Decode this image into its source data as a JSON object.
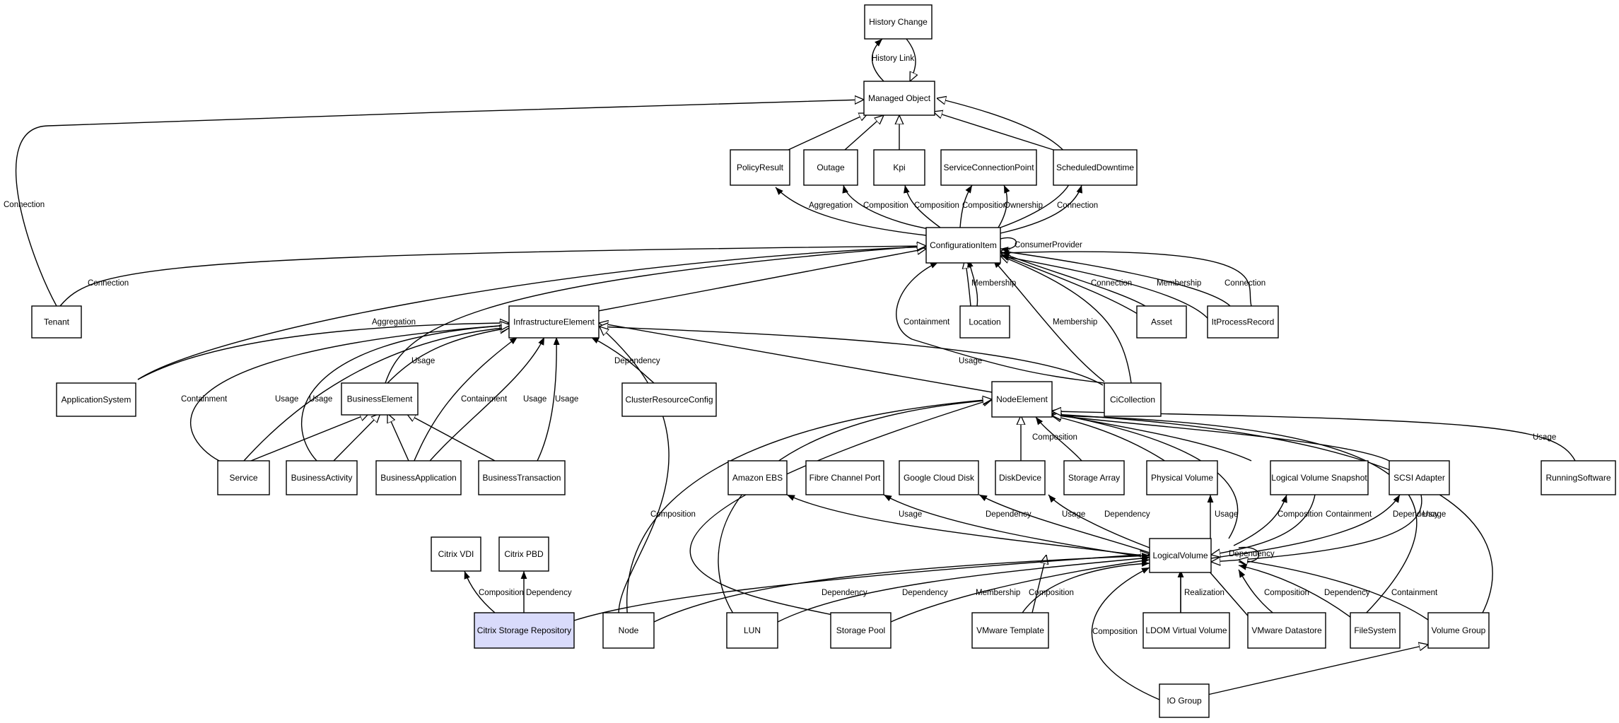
{
  "nodes": {
    "history-change": "History Change",
    "managed-object": "Managed Object",
    "policy-result": "PolicyResult",
    "outage": "Outage",
    "kpi": "Kpi",
    "service-connection-point": "ServiceConnectionPoint",
    "scheduled-downtime": "ScheduledDowntime",
    "configuration-item": "ConfigurationItem",
    "tenant": "Tenant",
    "infrastructure-element": "InfrastructureElement",
    "location": "Location",
    "asset": "Asset",
    "it-process-record": "ItProcessRecord",
    "application-system": "ApplicationSystem",
    "business-element": "BusinessElement",
    "cluster-resource-config": "ClusterResourceConfig",
    "node-element": "NodeElement",
    "ci-collection": "CiCollection",
    "service": "Service",
    "business-activity": "BusinessActivity",
    "business-application": "BusinessApplication",
    "business-transaction": "BusinessTransaction",
    "amazon-ebs": "Amazon EBS",
    "fibre-channel-port": "Fibre Channel Port",
    "google-cloud-disk": "Google Cloud Disk",
    "disk-device": "DiskDevice",
    "storage-array": "Storage Array",
    "physical-volume": "Physical Volume",
    "logical-volume-snapshot": "Logical Volume Snapshot",
    "scsi-adapter": "SCSI Adapter",
    "running-software": "RunningSoftware",
    "citrix-vdi": "Citrix VDI",
    "citrix-pbd": "Citrix PBD",
    "logical-volume": "LogicalVolume",
    "citrix-storage-repository": "Citrix Storage Repository",
    "node": "Node",
    "lun": "LUN",
    "storage-pool": "Storage Pool",
    "vmware-template": "VMware Template",
    "ldom-virtual-volume": "LDOM Virtual Volume",
    "vmware-datastore": "VMware Datastore",
    "filesystem": "FileSystem",
    "volume-group": "Volume Group",
    "io-group": "IO Group"
  },
  "highlight_node": "citrix-storage-repository",
  "colors": {
    "highlight_fill": "#d9dbfb",
    "stroke": "#000000",
    "background": "#ffffff"
  },
  "edge_labels": {
    "history-link": "History Link",
    "tenant-mo-connection": "Connection",
    "tenant-ci-connection": "Connection",
    "ci-policy-aggregation": "Aggregation",
    "ci-outage-composition": "Composition",
    "ci-kpi-composition": "Composition",
    "ci-scp-composition": "Composition",
    "ci-scp-ownership": "Ownership",
    "ci-sched-connection": "Connection",
    "ci-self-consumer": "ConsumerProvider",
    "asset-ci-connection": "Connection",
    "itp-ci-membership": "Membership",
    "itp-ci-connection": "Connection",
    "location-ci-membership": "Membership",
    "cicoll-ci-containment": "Containment",
    "cicoll-ci-membership": "Membership",
    "appsys-ie-aggregation": "Aggregation",
    "be-ie-usage": "Usage",
    "cicoll-ie-usage": "Usage",
    "crc-ie-dependency": "Dependency",
    "service-ie-containment": "Containment",
    "service-ie-usage": "Usage",
    "ba-ie-usage": "Usage",
    "bapp-ie-containment": "Containment",
    "bapp-ie-usage": "Usage",
    "bt-ie-usage": "Usage",
    "node-ie-composition": "Composition",
    "sa-ne-composition": "Composition",
    "rs-ne-usage": "Usage",
    "lv-ebs-usage": "Usage",
    "lv-fcp-dependency": "Dependency",
    "lv-gcd-usage": "Usage",
    "lv-dd-dependency": "Dependency",
    "lv-pv-usage": "Usage",
    "lv-lvs-composition": "Composition",
    "lv-lvs-containment": "Containment",
    "lv-scsi-dependency": "Dependency",
    "lv-scsi-usage": "Usage",
    "lv-self-dependency": "Dependency",
    "csr-vdi-composition": "Composition",
    "csr-pbd-dependency": "Dependency",
    "node-lv-dependency": "Dependency",
    "lun-lv-dependency": "Dependency",
    "sp-lv-membership": "Membership",
    "vt-lv-composition": "Composition",
    "io-lv-composition": "Composition",
    "ldom-lv-realization": "Realization",
    "vd-lv-composition": "Composition",
    "fs-lv-dependency": "Dependency",
    "vg-lv-containment": "Containment"
  }
}
